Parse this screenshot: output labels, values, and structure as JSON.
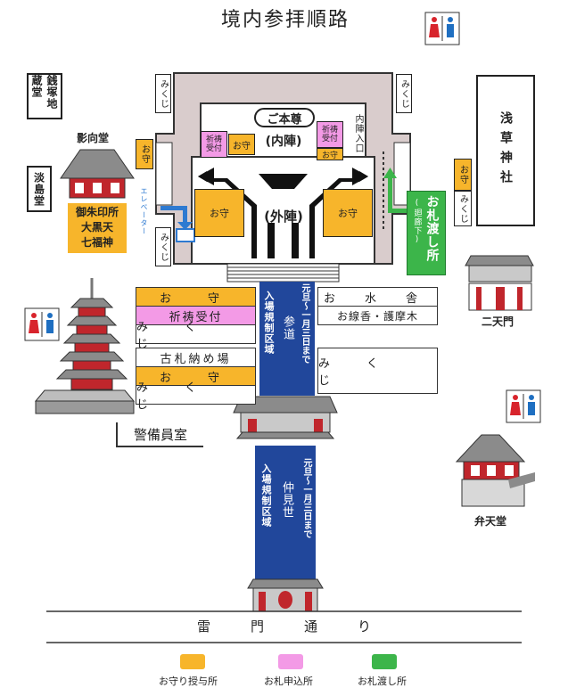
{
  "title": "境内参拝順路",
  "legend": [
    {
      "label": "お守り授与所",
      "color": "#f7b52b"
    },
    {
      "label": "お札申込所",
      "color": "#f39ae6"
    },
    {
      "label": "お札渡し所",
      "color": "#3cb54a"
    }
  ],
  "main_hall": {
    "honzon": "ご本尊",
    "naijin": "(内陣)",
    "gaijin": "(外陣)",
    "naijin_entrance": "内陣入口",
    "omamori_inner": "お守",
    "omamori_right": "お守",
    "omamori_left_lower": "お守",
    "omamori_right_lower": "お守",
    "kito_left": "祈祷受付",
    "kito_right": "祈祷受付",
    "mikuji_tl": "みくじ",
    "mikuji_tr": "みくじ",
    "mikuji_bl": "みくじ",
    "elevator": "エレベーター",
    "ofuda_watashi": "お札渡し所",
    "ofuda_sub": "(廻廊下)"
  },
  "buildings": {
    "zenizuka": "銭塚地蔵堂",
    "eikodo": "影向堂",
    "awashima": "淡島堂",
    "goshuin": "御朱印所",
    "daikokuten": "大黒天",
    "shichifukujin": "七福神",
    "asakusa_jinja": "浅草神社",
    "nitenmon": "二天門",
    "bentendo": "弁天堂",
    "keibiin": "警備員室",
    "omamori_left": "お守",
    "mikuji_left": "みくじ",
    "omamori_jinja": "お守",
    "mikuji_jinja": "みくじ"
  },
  "left_stalls_top": [
    "お　守",
    "祈祷受付",
    "み　く　じ"
  ],
  "left_stalls_bottom": [
    "古札納め場",
    "お　守",
    "み　く　じ"
  ],
  "right_stalls_top": [
    "お　水　舎",
    "お線香・護摩木"
  ],
  "right_stalls_bottom": [
    "み　く　じ"
  ],
  "sando": {
    "name": "参道",
    "restriction": "入場規制区域",
    "period": "元旦～一月三日まで"
  },
  "nakamise": {
    "name": "仲見世",
    "restriction": "入場規制区域",
    "period": "元旦～一月三日まで"
  },
  "kaminarimon_street": "雷　　　門　　　通　　　り"
}
